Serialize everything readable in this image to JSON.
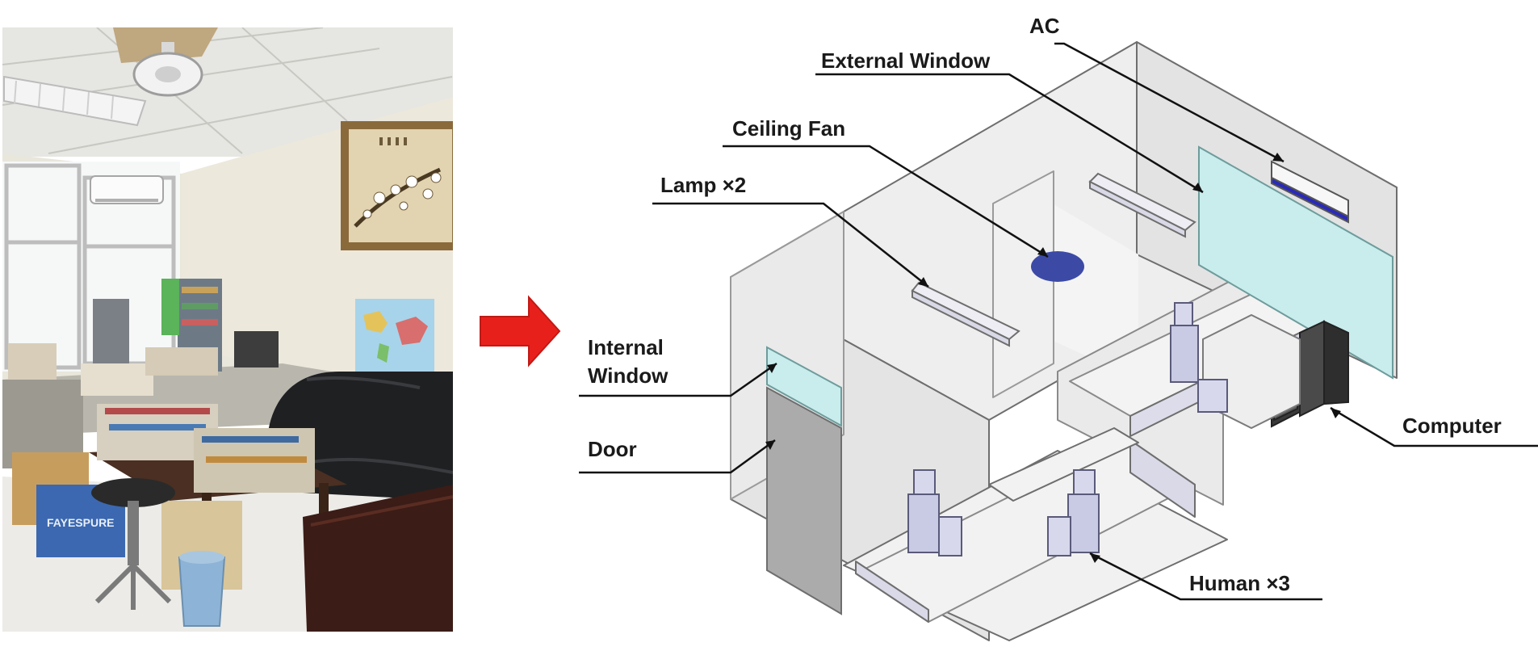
{
  "labels": {
    "ac": "AC",
    "external_window": "External Window",
    "ceiling_fan": "Ceiling Fan",
    "lamp": "Lamp ×2",
    "internal_window_1": "Internal",
    "internal_window_2": "Window",
    "door": "Door",
    "computer": "Computer",
    "human": "Human ×3"
  },
  "colors": {
    "arrow": "#e8201c",
    "window_glass": "#c9ecec",
    "fan": "#3c4aa6",
    "ac_stripe": "#2a2ab8",
    "room_fill": "#eeeeee",
    "human_fill": "#d7d8ec",
    "computer": "#3a3a3a"
  },
  "photo": {
    "wall_poster_text": "FAYESPURE",
    "content": "office photo with desk, books, sofa, stool, wall AC and ceiling fan"
  }
}
